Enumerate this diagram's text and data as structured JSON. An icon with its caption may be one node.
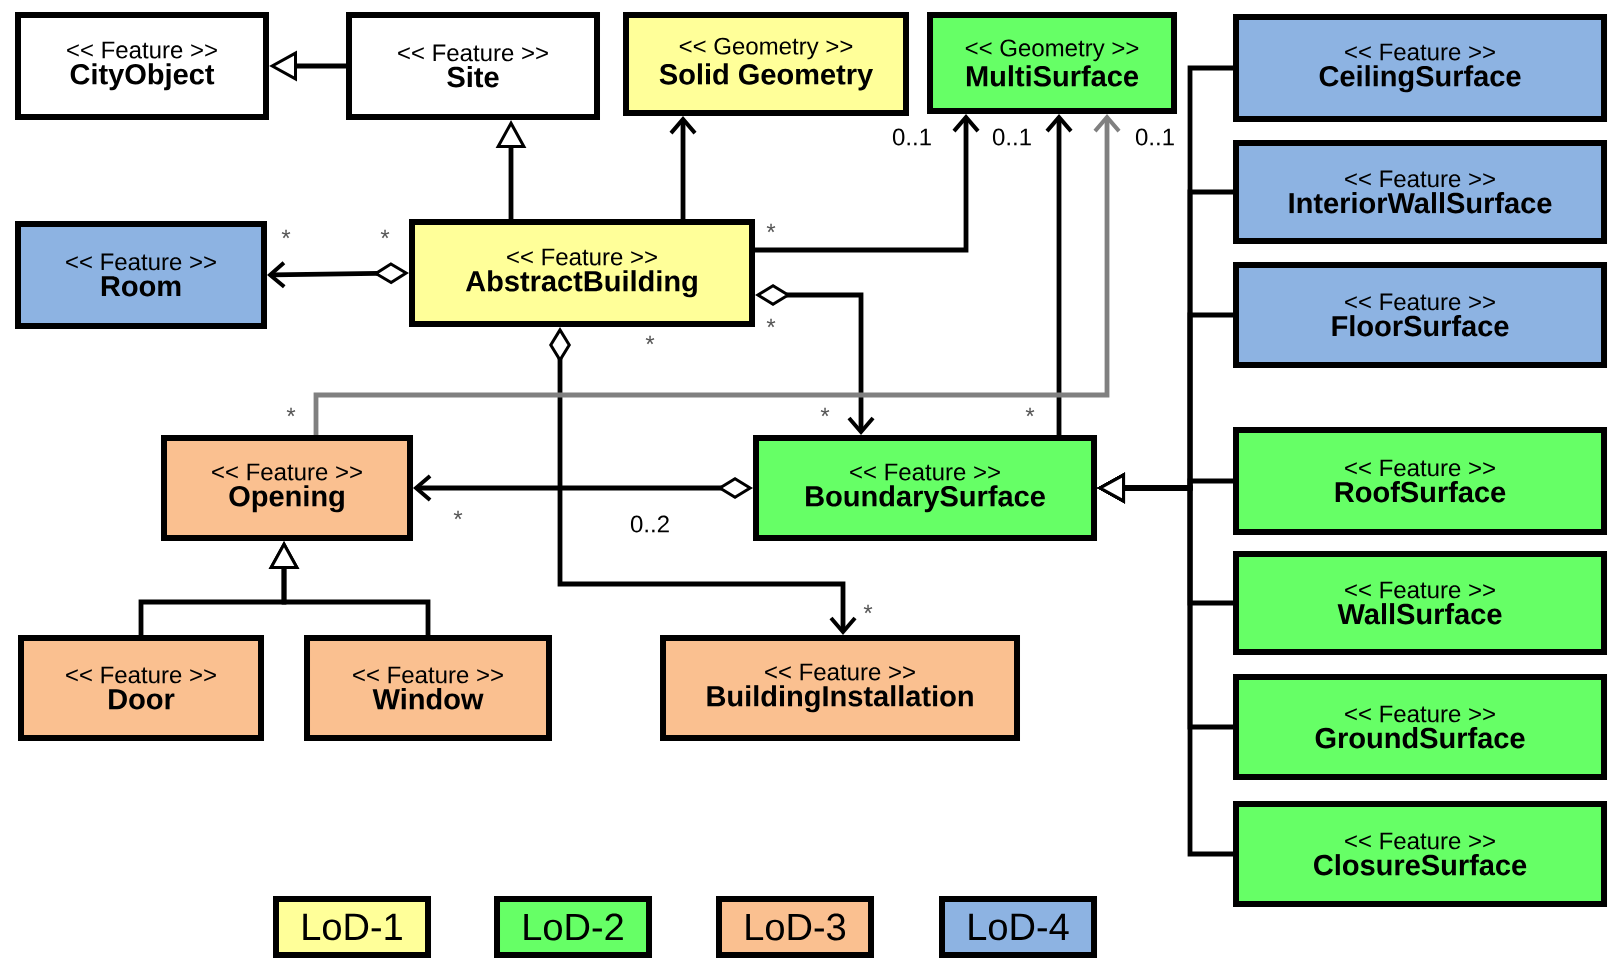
{
  "diagram": {
    "nodes": [
      {
        "text": [
          "<< Feature >>",
          "CityObject"
        ]
      },
      {
        "text": [
          "<< Feature >>",
          "Site"
        ]
      },
      {
        "text": [
          "<< Geometry >>",
          "Solid Geometry"
        ]
      },
      {
        "text": [
          "<< Geometry >>",
          "MultiSurface"
        ]
      },
      {
        "text": [
          "<< Feature >>",
          "CeilingSurface"
        ]
      },
      {
        "text": [
          "<< Feature >>",
          "Room"
        ]
      },
      {
        "text": [
          "<< Feature >>",
          "AbstractBuilding"
        ]
      },
      {
        "text": [
          "<< Feature >>",
          "InteriorWallSurface"
        ]
      },
      {
        "text": [
          "<< Feature >>",
          "FloorSurface"
        ]
      },
      {
        "text": [
          "<< Feature >>",
          "Opening"
        ]
      },
      {
        "text": [
          "<< Feature >>",
          "BoundarySurface"
        ]
      },
      {
        "text": [
          "<< Feature >>",
          "RoofSurface"
        ]
      },
      {
        "text": [
          "<< Feature >>",
          "Door"
        ]
      },
      {
        "text": [
          "<< Feature >>",
          "Window"
        ]
      },
      {
        "text": [
          "<< Feature >>",
          "BuildingInstallation"
        ]
      },
      {
        "text": [
          "<< Feature >>",
          "WallSurface"
        ]
      },
      {
        "text": [
          "<< Feature >>",
          "GroundSurface"
        ]
      },
      {
        "text": [
          "<< Feature >>",
          "ClosureSurface"
        ]
      }
    ],
    "edges": [
      {
        "from": 1,
        "to": 0,
        "arrow": "to"
      },
      {
        "from": 6,
        "to": 1,
        "arrow": "to"
      },
      {
        "from": 6,
        "to": 2,
        "arrow": "to"
      },
      {
        "from": 6,
        "to": 5,
        "arrow": "to"
      },
      {
        "from": 6,
        "to": 3,
        "arrow": "to"
      },
      {
        "from": 6,
        "to": 10,
        "arrow": "to"
      },
      {
        "from": 6,
        "to": 14,
        "arrow": "to"
      },
      {
        "from": 10,
        "to": 3,
        "arrow": "to"
      },
      {
        "from": 9,
        "to": 3,
        "arrow": "to",
        "color": "#808080"
      },
      {
        "from": 10,
        "to": 9,
        "arrow": "to"
      },
      {
        "from": 12,
        "to": 9,
        "arrow": "to"
      },
      {
        "from": 13,
        "to": 9,
        "arrow": "to"
      },
      {
        "from": 4,
        "to": 10,
        "arrow": "to"
      },
      {
        "from": 7,
        "to": 10,
        "arrow": "to"
      },
      {
        "from": 8,
        "to": 10,
        "arrow": "to"
      },
      {
        "from": 11,
        "to": 10,
        "arrow": "to"
      },
      {
        "from": 15,
        "to": 10,
        "arrow": "to"
      },
      {
        "from": 16,
        "to": 10,
        "arrow": "to"
      },
      {
        "from": 17,
        "to": 10,
        "arrow": "to"
      }
    ],
    "labels": [
      "0..1",
      "0..1",
      "0..1",
      "*",
      "*",
      "*",
      "*",
      "*",
      "*",
      "*",
      "*",
      "*",
      "0..2",
      "*"
    ],
    "legend": [
      {
        "text": "LoD-1",
        "color": "#ffff99"
      },
      {
        "text": "LoD-2",
        "color": "#66ff66"
      },
      {
        "text": "LoD-3",
        "color": "#fac090"
      },
      {
        "text": "LoD-4",
        "color": "#8db3e2"
      }
    ]
  }
}
